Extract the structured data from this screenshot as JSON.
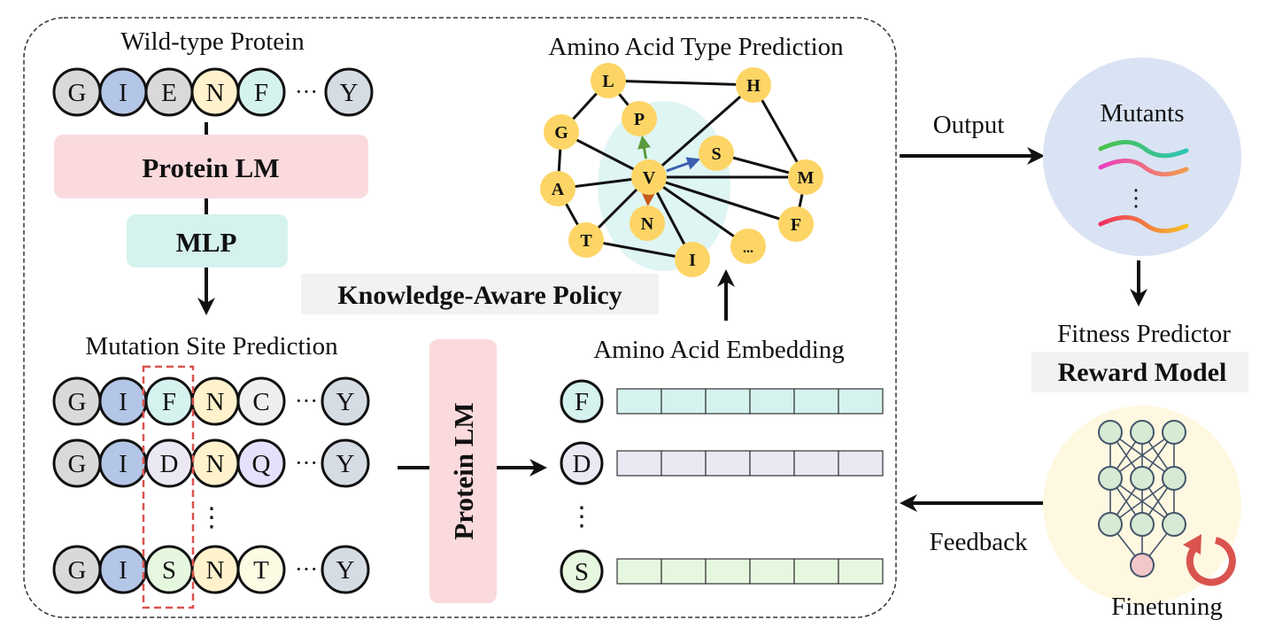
{
  "wild_type": {
    "title": "Wild-type Protein",
    "residues": [
      {
        "letter": "G",
        "color": "#d9d9d9"
      },
      {
        "letter": "I",
        "color": "#b4c6e7"
      },
      {
        "letter": "E",
        "color": "#d9d9d9"
      },
      {
        "letter": "N",
        "color": "#fff2cc"
      },
      {
        "letter": "F",
        "color": "#d5f2ef"
      }
    ],
    "ellipsis": "···",
    "last": {
      "letter": "Y",
      "color": "#d6dce4"
    }
  },
  "protein_lm_top": {
    "label": "Protein LM",
    "color": "#fadadd"
  },
  "mlp": {
    "label": "MLP",
    "color": "#d5f2ef"
  },
  "mutation_site": {
    "title": "Mutation Site Prediction",
    "rows": [
      [
        {
          "letter": "G",
          "color": "#d9d9d9"
        },
        {
          "letter": "I",
          "color": "#b4c6e7"
        },
        {
          "letter": "F",
          "color": "#d5f2ef"
        },
        {
          "letter": "N",
          "color": "#fff2cc"
        },
        {
          "letter": "C",
          "color": "#edf0ee"
        }
      ],
      [
        {
          "letter": "G",
          "color": "#d9d9d9"
        },
        {
          "letter": "I",
          "color": "#b4c6e7"
        },
        {
          "letter": "D",
          "color": "#ebe8f4"
        },
        {
          "letter": "N",
          "color": "#fff2cc"
        },
        {
          "letter": "Q",
          "color": "#e3e1fb"
        }
      ],
      [
        {
          "letter": "G",
          "color": "#d9d9d9"
        },
        {
          "letter": "I",
          "color": "#b4c6e7"
        },
        {
          "letter": "S",
          "color": "#e6f7df"
        },
        {
          "letter": "N",
          "color": "#fff2cc"
        },
        {
          "letter": "T",
          "color": "#fdfbe3"
        }
      ]
    ],
    "ellipsis": "···",
    "vdots": "⋮",
    "last": {
      "letter": "Y",
      "color": "#d6dce4"
    },
    "highlight_color": "#d9534f"
  },
  "protein_lm_middle": {
    "label": "Protein LM",
    "color": "#fadadd"
  },
  "embedding": {
    "title": "Amino Acid Embedding",
    "rows": [
      {
        "letter": "F",
        "color": "#d5f2ef"
      },
      {
        "letter": "D",
        "color": "#ebe8f4"
      },
      {
        "letter": "S",
        "color": "#e6f7df"
      }
    ],
    "cells_per_row": 6,
    "vdots": "⋮"
  },
  "policy": {
    "label": "Knowledge-Aware Policy",
    "bg": "#f2f2f2"
  },
  "aa_type": {
    "title": "Amino Acid Type Prediction",
    "node_color": "#fdd566",
    "halo_color": "#dff5f3",
    "nodes": [
      {
        "id": "L",
        "label": "L"
      },
      {
        "id": "H",
        "label": "H"
      },
      {
        "id": "G",
        "label": "G"
      },
      {
        "id": "P",
        "label": "P"
      },
      {
        "id": "S",
        "label": "S"
      },
      {
        "id": "A",
        "label": "A"
      },
      {
        "id": "V",
        "label": "V"
      },
      {
        "id": "M",
        "label": "M"
      },
      {
        "id": "N",
        "label": "N"
      },
      {
        "id": "F",
        "label": "F"
      },
      {
        "id": "T",
        "label": "T"
      },
      {
        "id": "I",
        "label": "I"
      },
      {
        "id": "etc",
        "label": "..."
      }
    ],
    "edges": [
      [
        "L",
        "H"
      ],
      [
        "L",
        "G"
      ],
      [
        "L",
        "P"
      ],
      [
        "G",
        "A"
      ],
      [
        "A",
        "T"
      ],
      [
        "T",
        "I"
      ],
      [
        "H",
        "V"
      ],
      [
        "H",
        "M"
      ],
      [
        "S",
        "M"
      ],
      [
        "M",
        "F"
      ],
      [
        "V",
        "G"
      ],
      [
        "V",
        "A"
      ],
      [
        "V",
        "M"
      ],
      [
        "V",
        "T"
      ],
      [
        "V",
        "I"
      ],
      [
        "V",
        "etc"
      ],
      [
        "V",
        "F"
      ]
    ],
    "arrows": [
      {
        "from": "V",
        "to": "P",
        "color": "#5b9a3c"
      },
      {
        "from": "V",
        "to": "S",
        "color": "#3b5fb0"
      },
      {
        "from": "V",
        "to": "N",
        "color": "#c65a1e"
      }
    ]
  },
  "output_label": "Output",
  "mutants": {
    "title": "Mutants",
    "bg": "#dae3f3",
    "vdots": "⋮",
    "curves": [
      {
        "from": "#4cc24a",
        "to": "#2ec4b6"
      },
      {
        "from": "#e83fc2",
        "to": "#f39a4a"
      },
      {
        "from": "#ef2f5f",
        "to": "#f5c226"
      }
    ]
  },
  "reward": {
    "subtitle": "Fitness Predictor",
    "title": "Reward Model",
    "title_bg": "#f2f2f2",
    "bg": "#fff8e1",
    "node_fill": "#d6ead4",
    "output_fill": "#f4c7c9",
    "line_color": "#44546a",
    "refresh_color": "#d9534f",
    "finetune_label": "Finetuning"
  },
  "feedback_label": "Feedback"
}
